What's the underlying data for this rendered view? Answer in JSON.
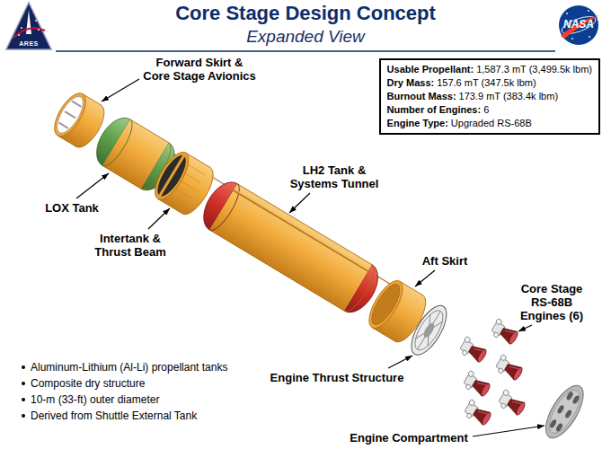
{
  "diagram": {
    "title": "Core Stage Design Concept",
    "nodes": [
      {
        "text": [
          "Usable Propellant:",
          "1,587.3 mT (3,499.5k lbm)",
          "Dry Mass:",
          "157.6 mT (347.5k lbm)",
          "Burnout Mass:",
          "173.9 mT (383.4k lbm)",
          "Number of Engines:",
          "6",
          "Engine Type:",
          "Upgraded RS-68B"
        ]
      }
    ],
    "labels": [
      "ARES",
      "Expanded View",
      "NASA",
      "Forward Skirt & Core Stage Avionics",
      "LOX Tank",
      "Intertank & Thrust Beam",
      "LH2 Tank & Systems Tunnel",
      "Aft Skirt",
      "Core Stage RS-68B Engines (6)",
      "Engine Thrust Structure",
      "Engine Compartment",
      "Aluminum-Lithium (Al-Li) propellant tanks",
      "Composite dry structure",
      "10-m (33-ft) outer diameter",
      "Derived from Shuttle External Tank"
    ]
  }
}
